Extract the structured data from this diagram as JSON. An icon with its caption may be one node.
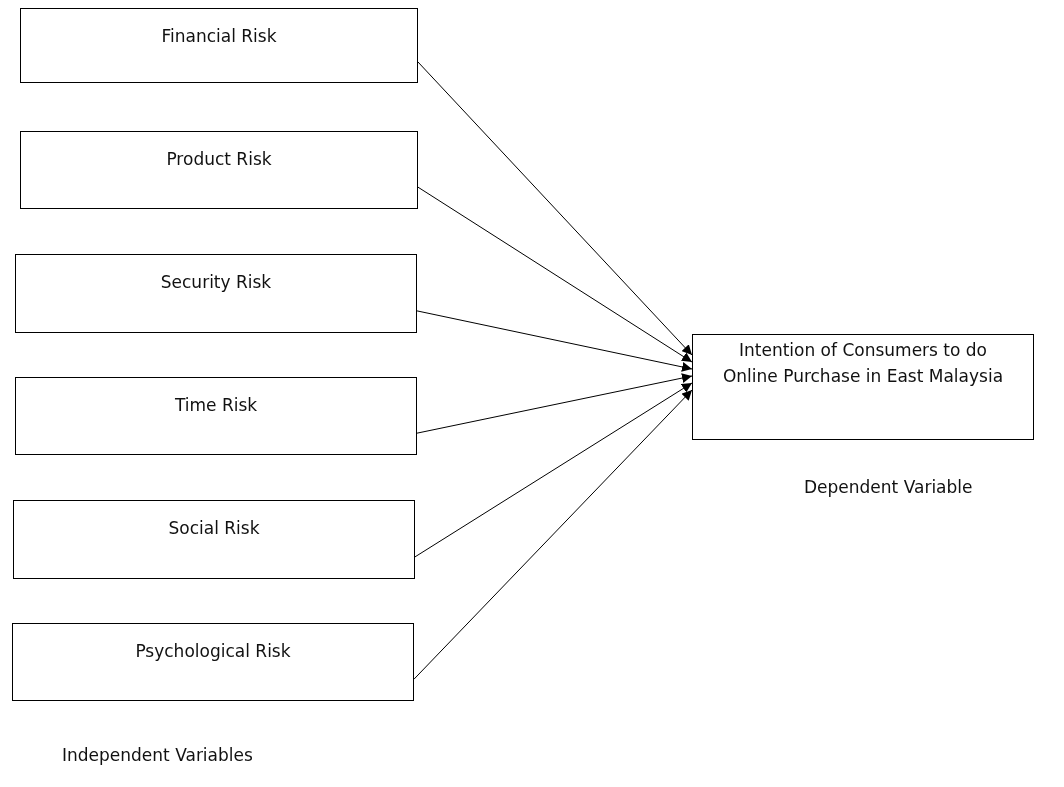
{
  "diagram": {
    "nodes": [
      {
        "text": [
          "Financial Risk"
        ]
      },
      {
        "text": [
          "Product Risk"
        ]
      },
      {
        "text": [
          "Security Risk"
        ]
      },
      {
        "text": [
          "Time Risk"
        ]
      },
      {
        "text": [
          "Social Risk"
        ]
      },
      {
        "text": [
          "Psychological Risk"
        ]
      },
      {
        "text": [
          "Intention of Consumers to do Online Purchase in East Malaysia"
        ],
        "beside": [
          "Dependent Variable"
        ]
      }
    ],
    "edges": [
      {
        "from": 0,
        "to": 6,
        "arrow": "to"
      },
      {
        "from": 1,
        "to": 6,
        "arrow": "to"
      },
      {
        "from": 2,
        "to": 6,
        "arrow": "to"
      },
      {
        "from": 3,
        "to": 6,
        "arrow": "to"
      },
      {
        "from": 4,
        "to": 6,
        "arrow": "to"
      },
      {
        "from": 5,
        "to": 6,
        "arrow": "to"
      }
    ],
    "labels": [
      "Independent Variables"
    ]
  }
}
